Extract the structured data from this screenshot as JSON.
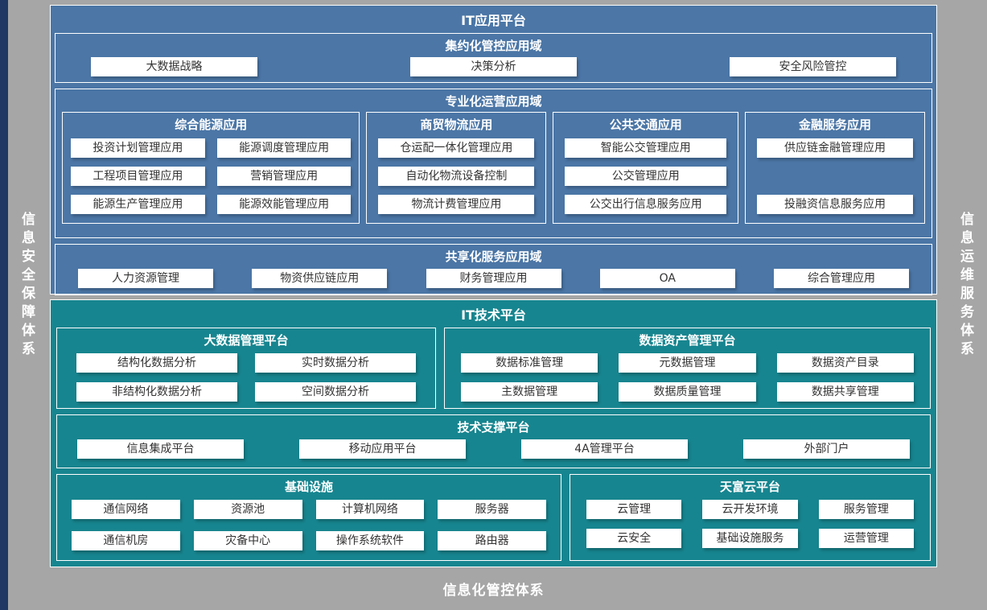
{
  "page": {
    "left_bar_label": "信息安全保障体系",
    "right_bar_label": "信息运维服务体系",
    "bottom_bar_label": "信息化管控体系"
  },
  "colors": {
    "background": "#a6a6a6",
    "left_strip": "#1f3864",
    "app_platform_bg": "#4b76a6",
    "tech_platform_bg": "#17858f",
    "box_bg": "#ffffff",
    "box_text": "#333333"
  },
  "app_platform": {
    "title": "IT应用平台",
    "intensive_domain": {
      "title": "集约化管控应用域",
      "items": [
        "大数据战略",
        "决策分析",
        "安全风险管控"
      ]
    },
    "professional_domain": {
      "title": "专业化运营应用域",
      "groups": [
        {
          "title": "综合能源应用",
          "items": [
            "投资计划管理应用",
            "能源调度管理应用",
            "工程项目管理应用",
            "营销管理应用",
            "能源生产管理应用",
            "能源效能管理应用"
          ]
        },
        {
          "title": "商贸物流应用",
          "items": [
            "仓运配一体化管理应用",
            "自动化物流设备控制",
            "物流计费管理应用"
          ]
        },
        {
          "title": "公共交通应用",
          "items": [
            "智能公交管理应用",
            "公交管理应用",
            "公交出行信息服务应用"
          ]
        },
        {
          "title": "金融服务应用",
          "items": [
            "供应链金融管理应用",
            "投融资信息服务应用"
          ]
        }
      ]
    },
    "shared_domain": {
      "title": "共享化服务应用域",
      "items": [
        "人力资源管理",
        "物资供应链应用",
        "财务管理应用",
        "OA",
        "综合管理应用"
      ]
    }
  },
  "tech_platform": {
    "title": "IT技术平台",
    "bigdata_platform": {
      "title": "大数据管理平台",
      "items": [
        "结构化数据分析",
        "实时数据分析",
        "非结构化数据分析",
        "空间数据分析"
      ]
    },
    "data_asset_platform": {
      "title": "数据资产管理平台",
      "items": [
        "数据标准管理",
        "元数据管理",
        "数据资产目录",
        "主数据管理",
        "数据质量管理",
        "数据共享管理"
      ]
    },
    "support_platform": {
      "title": "技术支撑平台",
      "items": [
        "信息集成平台",
        "移动应用平台",
        "4A管理平台",
        "外部门户"
      ]
    },
    "infrastructure": {
      "title": "基础设施",
      "items": [
        "通信网络",
        "资源池",
        "计算机网络",
        "服务器",
        "通信机房",
        "灾备中心",
        "操作系统软件",
        "路由器"
      ]
    },
    "cloud_platform": {
      "title": "天富云平台",
      "items": [
        "云管理",
        "云开发环境",
        "服务管理",
        "云安全",
        "基础设施服务",
        "运营管理"
      ]
    }
  }
}
